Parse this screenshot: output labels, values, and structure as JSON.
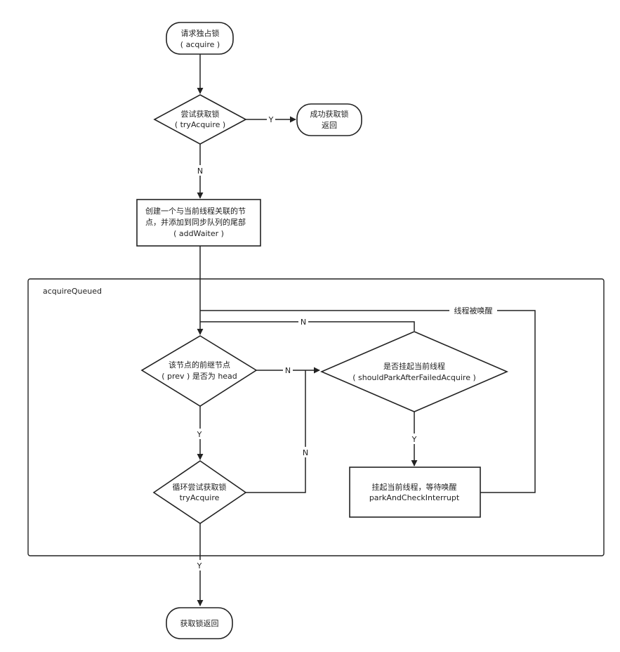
{
  "diagram": {
    "group": {
      "label": "acquireQueued"
    },
    "nodes": {
      "start": {
        "line1": "请求独占锁",
        "line2": "( acquire )"
      },
      "try_acquire": {
        "line1": "尝试获取锁",
        "line2": "( tryAcquire )"
      },
      "success": {
        "line1": "成功获取锁",
        "line2": "返回"
      },
      "add_waiter": {
        "line1": "创建一个与当前线程关联的节",
        "line2": "点，并添加到同步队列的尾部",
        "line3": "( addWaiter )"
      },
      "prev_is_head": {
        "line1": "该节点的前继节点",
        "line2": "( prev ) 是否为 head"
      },
      "should_park": {
        "line1": "是否挂起当前线程",
        "line2": "( shouldParkAfterFailedAcquire )"
      },
      "loop_try": {
        "line1": "循环尝试获取锁",
        "line2": "tryAcquire"
      },
      "park": {
        "line1": "挂起当前线程，等待唤醒",
        "line2": "parkAndCheckInterrupt"
      },
      "end": {
        "line1": "获取锁返回"
      }
    },
    "edge_labels": {
      "try_yes": "Y",
      "try_no": "N",
      "prev_no": "N",
      "park_no": "N",
      "prev_yes": "Y",
      "park_yes": "Y",
      "loop_no": "N",
      "loop_yes": "Y",
      "woken": "线程被唤醒"
    }
  }
}
